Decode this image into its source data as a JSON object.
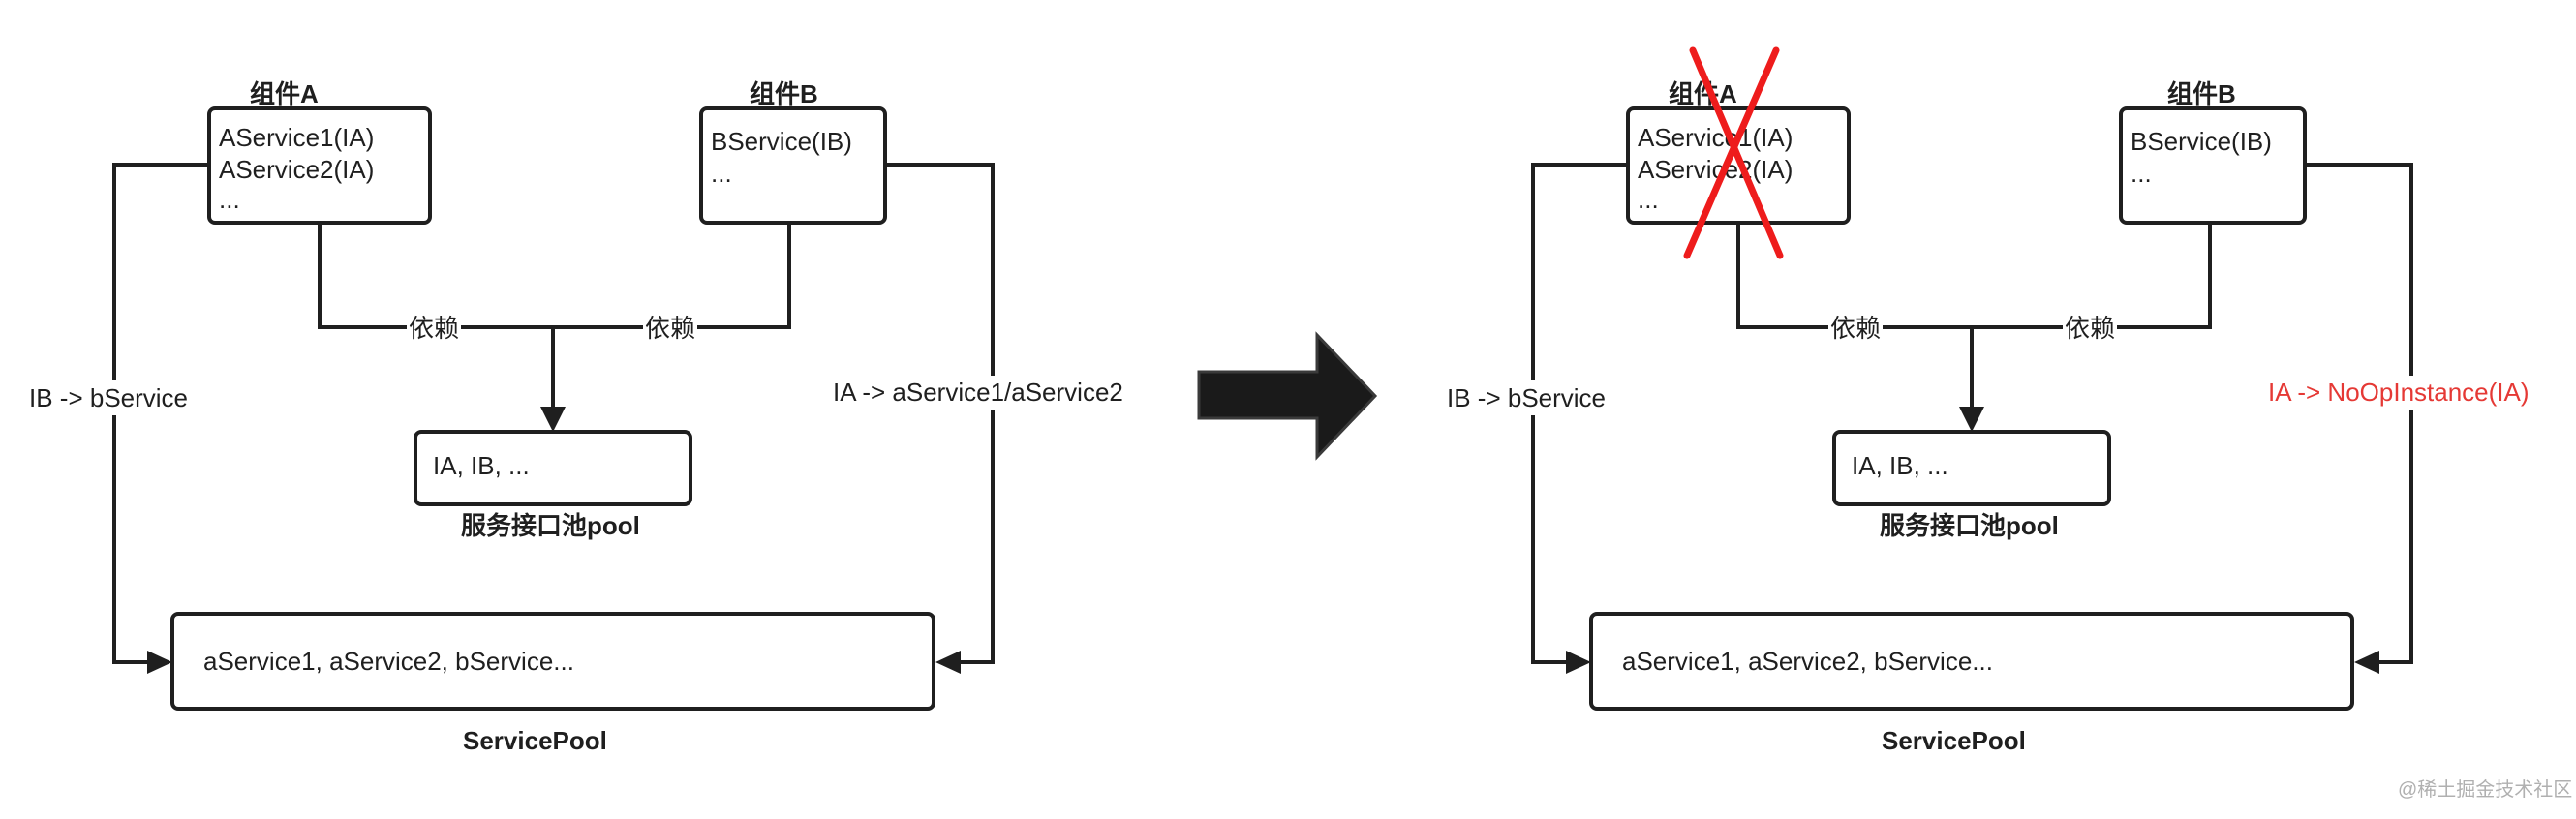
{
  "left": {
    "componentA": {
      "title": "组件A",
      "lines": [
        "AService1(IA)",
        "AService2(IA)",
        "..."
      ]
    },
    "componentB": {
      "title": "组件B",
      "lines": [
        "BService(IB)",
        "..."
      ]
    },
    "depends_a": "依赖",
    "depends_b": "依赖",
    "pool": {
      "content": "IA, IB, ...",
      "title": "服务接口池pool"
    },
    "service_pool": {
      "content": "aService1, aService2, bService...",
      "title": "ServicePool"
    },
    "left_edge_label": "IB -> bService",
    "right_edge_label": "IA -> aService1/aService2"
  },
  "right": {
    "componentA": {
      "title": "组件A",
      "lines": [
        "AService1(IA)",
        "AService2(IA)",
        "..."
      ]
    },
    "componentB": {
      "title": "组件B",
      "lines": [
        "BService(IB)",
        "..."
      ]
    },
    "depends_a": "依赖",
    "depends_b": "依赖",
    "pool": {
      "content": "IA, IB, ...",
      "title": "服务接口池pool"
    },
    "service_pool": {
      "content": "aService1, aService2, bService...",
      "title": "ServicePool"
    },
    "left_edge_label": "IB -> bService",
    "right_edge_label": "IA -> NoOpInstance(IA)"
  },
  "watermark": "@稀土掘金技术社区",
  "colors": {
    "stroke": "#1f1f1f",
    "cross": "#ee1c1c",
    "highlight": "#e53935",
    "transition_arrow": "#1a1a1a"
  }
}
